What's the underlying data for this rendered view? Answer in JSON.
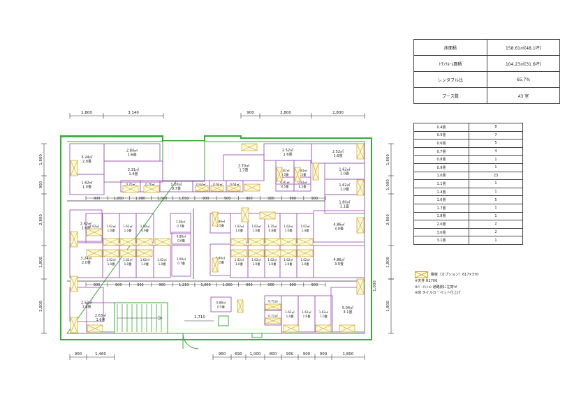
{
  "summary": {
    "rows": [
      {
        "label": "床面積",
        "value": "158.61㎡(48.1坪)"
      },
      {
        "label": "ﾄﾗﾝｸﾙｰﾑ面積",
        "value": "104.23㎡(31.6坪)"
      },
      {
        "label": "レンタブル比",
        "value": "65.7%"
      },
      {
        "label": "ブース数",
        "value": "43 室"
      }
    ]
  },
  "booth_counts": [
    {
      "size": "0.4畳",
      "count": "8"
    },
    {
      "size": "0.5畳",
      "count": "7"
    },
    {
      "size": "0.6畳",
      "count": "5"
    },
    {
      "size": "0.7畳",
      "count": "4"
    },
    {
      "size": "0.8畳",
      "count": "1"
    },
    {
      "size": "0.9畳",
      "count": "1"
    },
    {
      "size": "1.0畳",
      "count": "23"
    },
    {
      "size": "1.1畳",
      "count": "1"
    },
    {
      "size": "1.4畳",
      "count": "1"
    },
    {
      "size": "1.6畳",
      "count": "5"
    },
    {
      "size": "1.7畳",
      "count": "1"
    },
    {
      "size": "1.8畳",
      "count": "1"
    },
    {
      "size": "2.0畳",
      "count": "2"
    },
    {
      "size": "3.0畳",
      "count": "2"
    },
    {
      "size": "3.1畳",
      "count": "1"
    }
  ],
  "legend": {
    "shelf": "棚板（オプション）617×370",
    "notes": [
      "※天井 H2700",
      "※ﾊﾟｰﾃｨｼｮﾝ 通路側に左寄せ",
      "※床 タイルカーペット仕上げ"
    ]
  },
  "colors": {
    "wall": "#3aa93a",
    "booth": "#9b59b6",
    "shelf": "#c9a12a",
    "shelf_fill": "#fffbd9",
    "line": "#333333"
  },
  "plan": {
    "dims_top_left": [
      "1,800",
      "3,140"
    ],
    "dims_top_right": [
      "900",
      "2,800",
      "2,800"
    ],
    "dims_bottom": [
      "900",
      "1,460",
      "960",
      "690",
      "1,000",
      "800",
      "900",
      "900",
      "900",
      "1,800"
    ],
    "dims_left": [
      "1,800",
      "900",
      "2,800",
      "1,800",
      "2,800"
    ],
    "dims_right": [
      "1,800",
      "1,000",
      "2,800",
      "1,800"
    ],
    "dim_right_small": "1,000",
    "corridor_row1": [
      "900",
      "1,000",
      "1,080",
      "1,080",
      "1,650",
      "900",
      "900",
      "900",
      "900",
      "900",
      "900"
    ],
    "corridor_row2": [
      "900",
      "900",
      "900",
      "900",
      "1,210",
      "1,000",
      "1,000",
      "900",
      "900",
      "900",
      "900"
    ],
    "door_dim": "1,710",
    "booths": [
      {
        "a": "3.24㎡",
        "j": "2.0畳"
      },
      {
        "a": "2.84㎡",
        "j": "1.6畳"
      },
      {
        "a": "2.31㎡",
        "j": "1.4畳"
      },
      {
        "a": "1.62㎡",
        "j": "1.0畳"
      },
      {
        "a": "0.70㎡",
        "j": "0.4畳"
      },
      {
        "a": "0.70㎡",
        "j": "0.4畳"
      },
      {
        "a": "1.20㎡",
        "j": "0.7畳"
      },
      {
        "a": "0.64㎡",
        "j": "0.4畳"
      },
      {
        "a": "0.64㎡",
        "j": "0.4畳"
      },
      {
        "a": "0.64㎡",
        "j": "0.4畳"
      },
      {
        "a": "2.70㎡",
        "j": "1.7畳"
      },
      {
        "a": "2.52㎡",
        "j": "1.6畳"
      },
      {
        "a": "0.81㎡",
        "j": "0.5畳"
      },
      {
        "a": "0.81㎡",
        "j": "0.5畳"
      },
      {
        "a": "0.81㎡",
        "j": "0.5畳"
      },
      {
        "a": "0.81㎡",
        "j": "0.5畳"
      },
      {
        "a": "2.52㎡",
        "j": "1.6畳"
      },
      {
        "a": "1.62㎡",
        "j": "1.0畳"
      },
      {
        "a": "1.62㎡",
        "j": "1.0畳"
      },
      {
        "a": "1.80㎡",
        "j": "1.1畳"
      },
      {
        "a": "2.52㎡",
        "j": "1.6畳"
      },
      {
        "a": "1.62㎡",
        "j": "1.0畳"
      },
      {
        "a": "1.62㎡",
        "j": "1.0畳"
      },
      {
        "a": "1.62㎡",
        "j": "1.0畳"
      },
      {
        "a": "1.50㎡",
        "j": "0.9畳"
      },
      {
        "a": "1.08㎡",
        "j": "0.7畳"
      },
      {
        "a": "0.88㎡",
        "j": "0.6畳"
      },
      {
        "a": "0.80㎡",
        "j": "0.5畳"
      },
      {
        "a": "1.62㎡",
        "j": "1.0畳"
      },
      {
        "a": "1.62㎡",
        "j": "1.0畳"
      },
      {
        "a": "1.35㎡",
        "j": "0.8畳"
      },
      {
        "a": "1.62㎡",
        "j": "1.0畳"
      },
      {
        "a": "1.62㎡",
        "j": "1.0畳"
      },
      {
        "a": "4.86㎡",
        "j": "3.0畳"
      },
      {
        "a": "3.24㎡",
        "j": "2.0畳"
      },
      {
        "a": "1.62㎡",
        "j": "1.0畳"
      },
      {
        "a": "1.62㎡",
        "j": "1.0畳"
      },
      {
        "a": "1.62㎡",
        "j": "1.0畳"
      },
      {
        "a": "1.62㎡",
        "j": "1.0畳"
      },
      {
        "a": "1.08㎡",
        "j": "0.7畳"
      },
      {
        "a": "0.80㎡",
        "j": "0.5畳"
      },
      {
        "a": "1.62㎡",
        "j": "1.0畳"
      },
      {
        "a": "1.62㎡",
        "j": "1.0畳"
      },
      {
        "a": "1.62㎡",
        "j": "1.0畳"
      },
      {
        "a": "1.62㎡",
        "j": "1.0畳"
      },
      {
        "a": "1.62㎡",
        "j": "1.0畳"
      },
      {
        "a": "4.86㎡",
        "j": "3.0畳"
      },
      {
        "a": "2.52㎡",
        "j": "1.6畳"
      },
      {
        "a": "2.63㎡",
        "j": "1.6畳"
      },
      {
        "a": "0.88㎡",
        "j": "0.5畳"
      },
      {
        "a": "0.72㎡",
        "j": "0.4畳"
      },
      {
        "a": "0.72㎡",
        "j": "0.4畳"
      },
      {
        "a": "1.62㎡",
        "j": "1.0畳"
      },
      {
        "a": "1.62㎡",
        "j": "1.0畳"
      },
      {
        "a": "1.62㎡",
        "j": "1.0畳"
      },
      {
        "a": "5.04㎡",
        "j": "3.1畳"
      }
    ]
  }
}
